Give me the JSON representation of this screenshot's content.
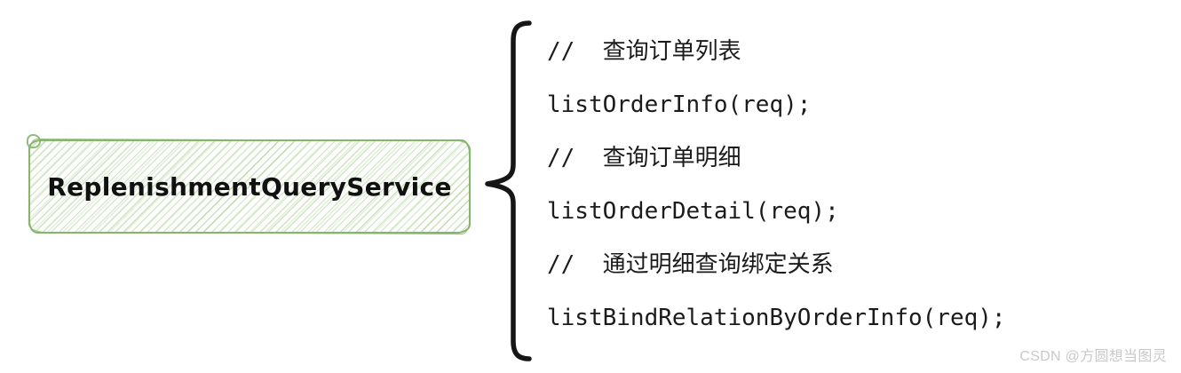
{
  "service_box": {
    "label": "ReplenishmentQueryService"
  },
  "code_lines": [
    {
      "kind": "comment",
      "text": "//  查询订单列表"
    },
    {
      "kind": "code",
      "text": "listOrderInfo(req);"
    },
    {
      "kind": "comment",
      "text": "//  查询订单明细"
    },
    {
      "kind": "code",
      "text": "listOrderDetail(req);"
    },
    {
      "kind": "comment",
      "text": "//  通过明细查询绑定关系"
    },
    {
      "kind": "code",
      "text": "listBindRelationByOrderInfo(req);"
    }
  ],
  "watermark": {
    "text": "CSDN @方圆想当图灵"
  },
  "colors": {
    "box_border": "#86b56c",
    "box_hatch": "#aed096",
    "box_fill": "#fdfefc",
    "brace": "#161616",
    "text": "#1b1b1b",
    "watermark": "#c9c9c9",
    "background": "#ffffff"
  }
}
